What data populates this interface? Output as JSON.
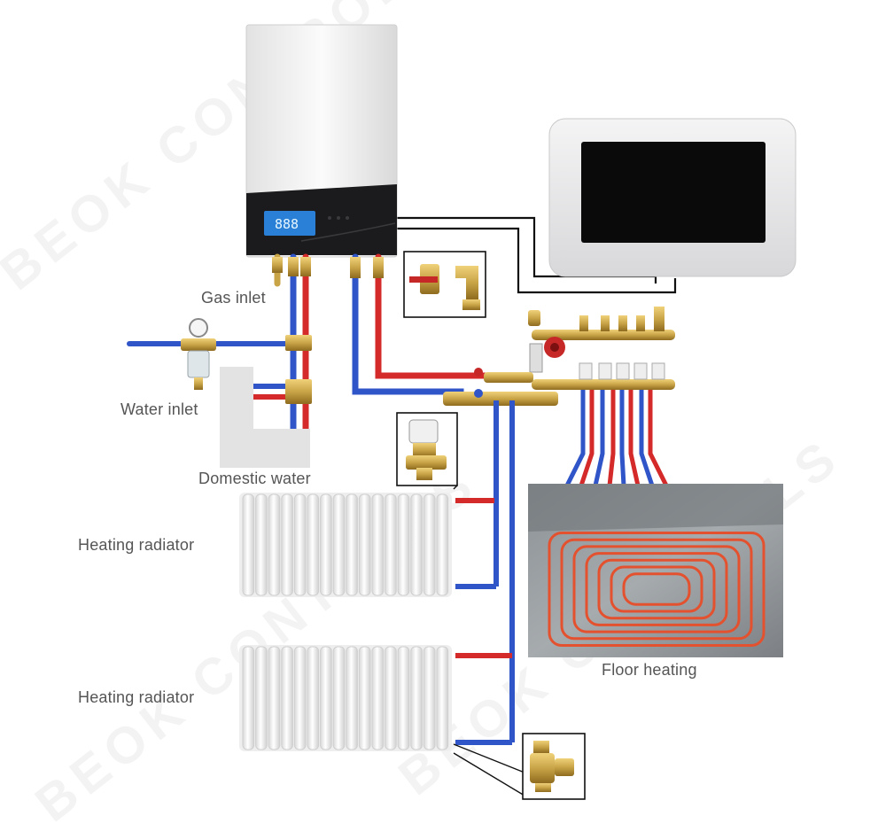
{
  "labels": {
    "gas_inlet": "Gas inlet",
    "water_inlet": "Water inlet",
    "domestic_water": "Domestic water",
    "heating_radiator_1": "Heating radiator",
    "heating_radiator_2": "Heating radiator",
    "floor_heating": "Floor heating"
  },
  "boiler": {
    "display_readout": "888"
  },
  "watermark": {
    "text": "BEOK CONTROLS"
  },
  "colors": {
    "hot_pipe": "#d42a2a",
    "cold_pipe": "#2f55c8",
    "brass": "#c9a447",
    "boiler_body": "#f2f2f2",
    "boiler_panel": "#1b1b1d",
    "display": "#2a7fd6",
    "thermostat_frame": "#e9e9ea",
    "thermostat_screen": "#0a0a0a",
    "floor_pipe": "#e4512e"
  }
}
